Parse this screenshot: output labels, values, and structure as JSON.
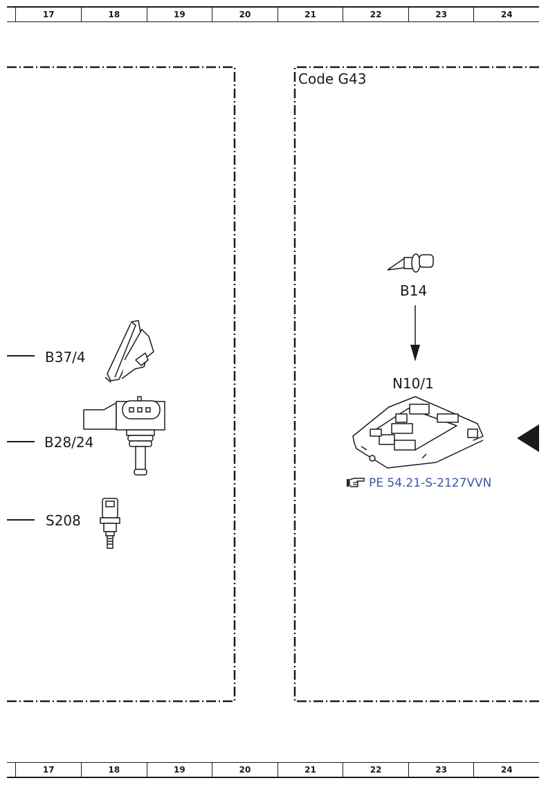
{
  "ruler": {
    "columns": [
      "17",
      "18",
      "19",
      "20",
      "21",
      "22",
      "23",
      "24"
    ]
  },
  "left_panel": {
    "components": [
      {
        "code": "B37/4"
      },
      {
        "code": "B28/24"
      },
      {
        "code": "S208"
      }
    ]
  },
  "right_panel": {
    "code_title": "Code G43",
    "sensor": {
      "code": "B14"
    },
    "module": {
      "code": "N10/1"
    },
    "reference": {
      "text": "PE 54.21-S-2127VVN"
    }
  },
  "icons": {
    "reference_hand": "pointing-hand-icon",
    "nav_arrow": "arrow-left-icon"
  },
  "colors": {
    "line": "#1a1a1a",
    "link": "#3d55a4"
  }
}
